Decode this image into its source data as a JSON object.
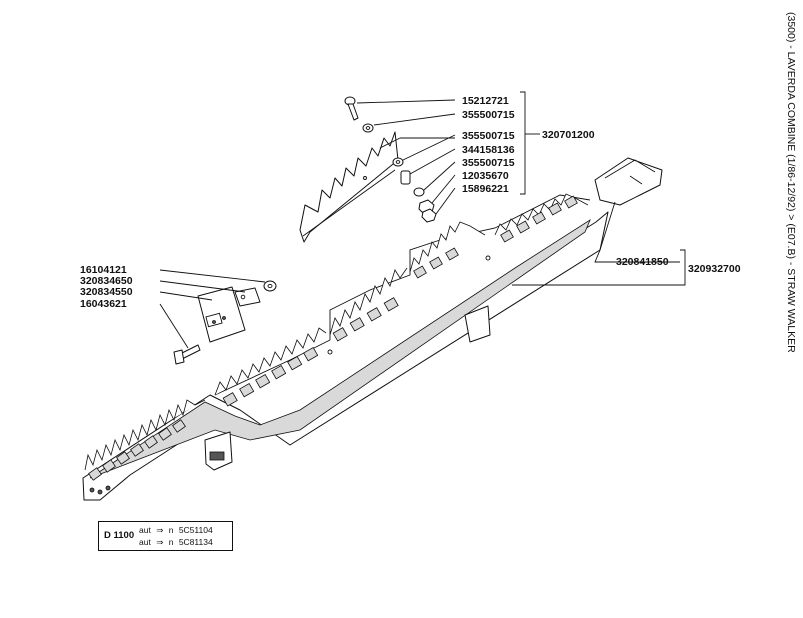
{
  "header": {
    "side_title": "(3500) - LAVERDA COMBINE (1/86-12/92) > (E07.B) - STRAW WALKER"
  },
  "part_numbers": {
    "bolt_top": "15212721",
    "washer_top": "355500715",
    "washer_b": "355500715",
    "bushing": "344158136",
    "washer_c": "355500715",
    "spacer": "12035670",
    "nut": "15896221",
    "group_bracket": "320701200",
    "bushing_left": "16104121",
    "plate_left_a": "320834650",
    "plate_left_b": "320834550",
    "bolt_left": "16043621",
    "end_cap": "320841850",
    "walker_assembly": "320932700"
  },
  "variant_box": {
    "code": "D 1100",
    "rows": [
      {
        "prefix": "aut",
        "arrow": "⇒",
        "n": "n",
        "serial": "5C51104"
      },
      {
        "prefix": "aut",
        "arrow": "⇒",
        "n": "n",
        "serial": "5C81134"
      }
    ]
  }
}
